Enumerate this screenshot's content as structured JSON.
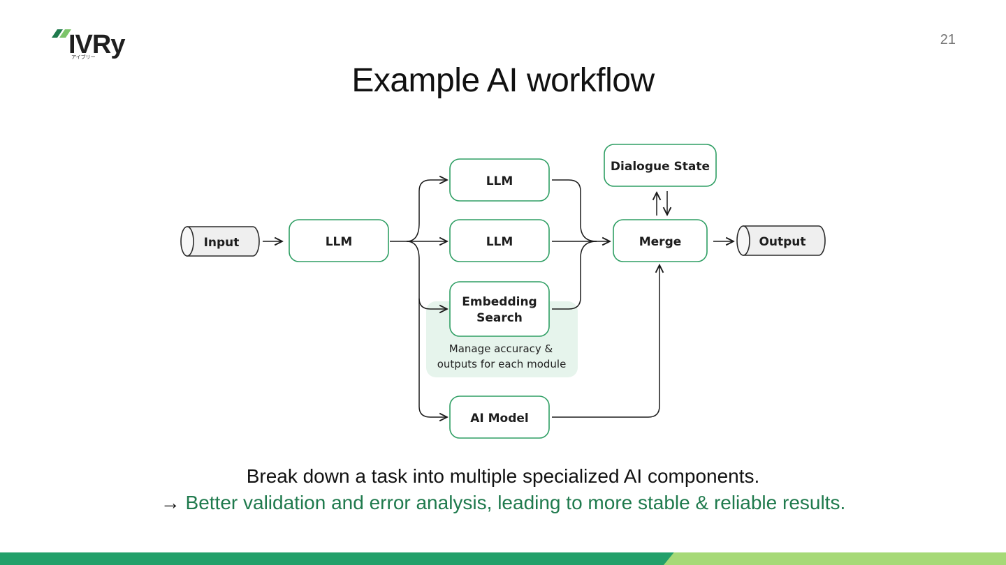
{
  "logo": {
    "wordmark": "IVRy",
    "kana": "アイブリー",
    "color": "#1f7a4d",
    "accent": "#1f7a4d",
    "light_accent": "#7cc46a"
  },
  "page_number": "21",
  "title": "Example AI workflow",
  "diagram": {
    "input": "Input",
    "llm_main": "LLM",
    "llm_top": "LLM",
    "llm_mid": "LLM",
    "embedding_line1": "Embedding",
    "embedding_line2": "Search",
    "ai_model": "AI Model",
    "dialogue_state": "Dialogue State",
    "merge": "Merge",
    "output": "Output",
    "note_line1": "Manage accuracy &",
    "note_line2": "outputs for each module",
    "colors": {
      "node_border": "#2e9e63",
      "note_bg": "#e6f4ec",
      "cylinder_fill": "#efefef",
      "edge": "#1a1a1a"
    }
  },
  "summary": {
    "line1": "Break down a task into multiple specialized AI components.",
    "arrow": "→",
    "line2": "Better validation and error analysis, leading to more stable & reliable results.",
    "line2_color": "#1f7a4d"
  },
  "footer": {
    "dark_color": "#22a06a",
    "light_color": "#a6d977"
  }
}
